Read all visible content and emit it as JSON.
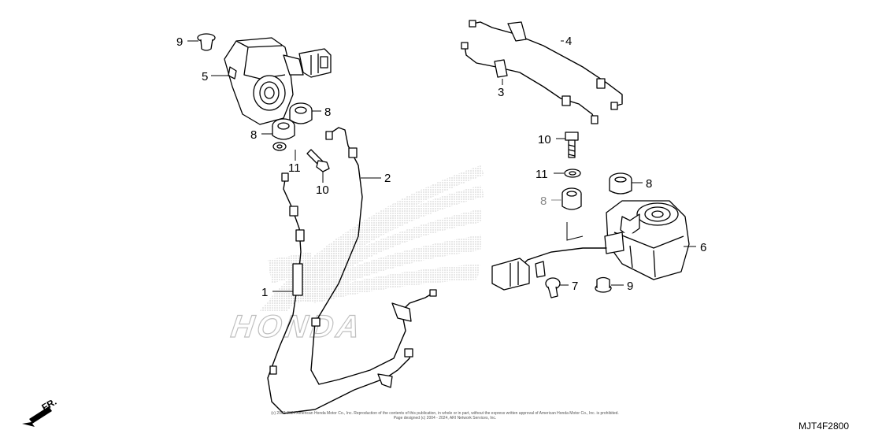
{
  "diagram_code": "MJT4F2800",
  "direction_label": "FR.",
  "watermark_text": "HONDA",
  "copyright_lines": [
    "(c) 2002-2024 American Honda Motor Co., Inc. Reproduction of the contents of this publication, in whole or in part, without the express written approval of American Honda Motor Co., Inc. is prohibited.",
    "Page designed (c) 2004 - 2024, ARI Network Services, Inc."
  ],
  "callouts": [
    {
      "id": "c9a",
      "text": "9"
    },
    {
      "id": "c5",
      "text": "5"
    },
    {
      "id": "c8a",
      "text": "8"
    },
    {
      "id": "c8b",
      "text": "8"
    },
    {
      "id": "c11a",
      "text": "11"
    },
    {
      "id": "c10a",
      "text": "10"
    },
    {
      "id": "c2",
      "text": "2"
    },
    {
      "id": "c1",
      "text": "1"
    },
    {
      "id": "c4",
      "text": "4"
    },
    {
      "id": "c3",
      "text": "3"
    },
    {
      "id": "c10b",
      "text": "10"
    },
    {
      "id": "c11b",
      "text": "11"
    },
    {
      "id": "c8c",
      "text": "8"
    },
    {
      "id": "c8d",
      "text": "8"
    },
    {
      "id": "c6",
      "text": "6"
    },
    {
      "id": "c7",
      "text": "7"
    },
    {
      "id": "c9b",
      "text": "9"
    }
  ],
  "colors": {
    "line": "#000000",
    "watermark": "#b8b8b8",
    "dimmed_callout": "#8a8a8a"
  }
}
